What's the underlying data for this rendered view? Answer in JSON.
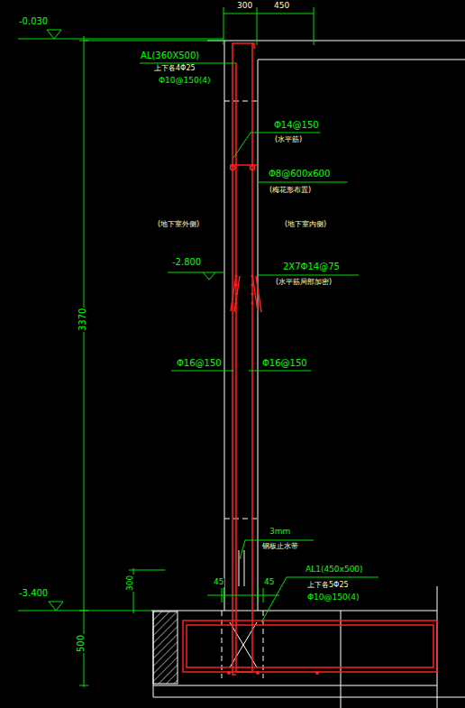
{
  "diagram": {
    "labels": [
      "300",
      "450",
      "-0.030",
      "AL(360X500)",
      "上下各4Φ25",
      "Φ10@150(4)",
      "3370",
      "Φ14@150",
      "(水平筋)",
      "Φ8@600x600",
      "(梅花形布置)",
      "(地下室外侧)",
      "(地下室内侧)",
      "-2.800",
      "2X7Φ14@75",
      "(水平筋局部加密)",
      "Φ16@150",
      "Φ16@150",
      "3mm",
      "钢板止水带",
      "300",
      "-3.400",
      "45",
      "45",
      "AL1(450x500)",
      "上下各5Φ25",
      "Φ10@150(4)",
      "500"
    ]
  }
}
